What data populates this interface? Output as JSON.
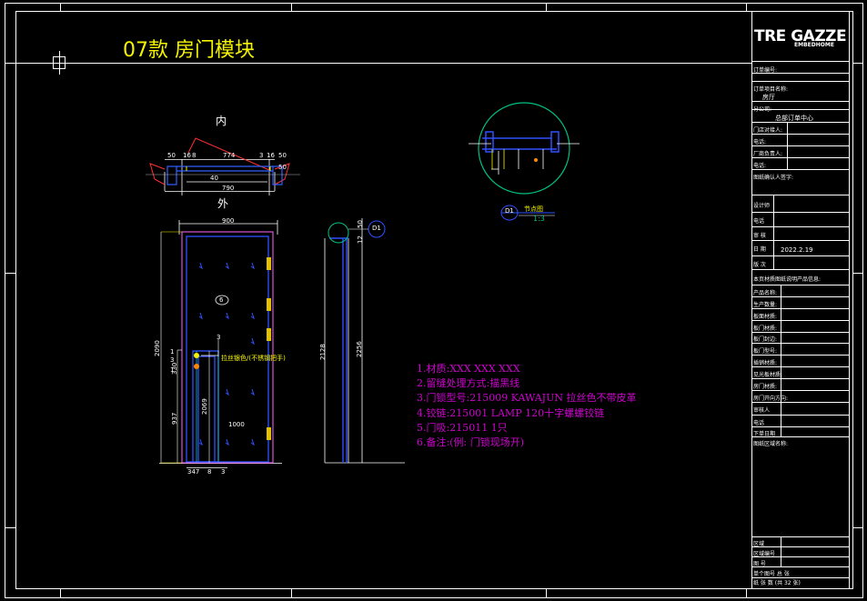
{
  "drawing": {
    "title": "07款 房门模块",
    "logo_main": "TRE GAZZE",
    "logo_sub": "EMBEDHOME",
    "label_inside": "内",
    "label_outside": "外",
    "detail_title": "节点图",
    "detail_scale": "1:3",
    "detail_mark": "D1"
  },
  "dimensions": {
    "plan": [
      "50",
      "16",
      "8",
      "774",
      "3",
      "16",
      "50",
      "50",
      "40",
      "790"
    ],
    "elevation_width": "900",
    "elevation_height": "2090",
    "side_heights": [
      "2128",
      "2256"
    ],
    "left_dims": [
      "1",
      "3",
      "1",
      "330",
      "937"
    ],
    "lock_label": "2069",
    "bottom": [
      "347",
      "8",
      "3"
    ],
    "side_top": [
      "50",
      "3",
      "12",
      "50"
    ],
    "lock_note": "拉丝银色/(不锈钢把手)",
    "hinge_center": "6",
    "d3": "3",
    "bottom_label": "1000"
  },
  "notes": [
    "1.材质:XXX XXX XXX",
    "2.留缝处理方式:描黑线",
    "3.门锁型号:215009 KAWAJUN 拉丝色不带皮革",
    "4.铰链:215001 LAMP 120十字螺螺铰链",
    "5.门吸:215011  1只",
    "6.备注:(例: 门锁现场开)"
  ],
  "title_block": {
    "order_no": "订单编号:",
    "project_name": "订单项目名称:",
    "project_value": "房厅",
    "branch": "分公司:",
    "branch_value": "总部订单中心",
    "store_contact": "门店对接人:",
    "phone1": "电话:",
    "vendor": "厂商负责人:",
    "phone2": "电话:",
    "confirm_sign": "图纸确认人签字:",
    "designer": "设计师",
    "phone3": "电话",
    "review": "审    核",
    "date_label": "日    期",
    "date_value": "2022.2.19",
    "version": "版    次",
    "info_header": "本页材质图纸说明产品信息:",
    "rows": [
      "产品名称:",
      "生产数量:",
      "板面材质:",
      "板门材质:",
      "板门封边:",
      "板门型号:",
      "插销材质:",
      "见光板材质:",
      "房门材质:",
      "房门开向方向:",
      "审核人",
      "电话",
      "下单日期",
      "图纸区域名称:"
    ],
    "bottom_rows": [
      "区域",
      "区域编号",
      "图    号",
      "单个图号    总    张",
      "纸    张    数    (共 32 张)"
    ]
  }
}
